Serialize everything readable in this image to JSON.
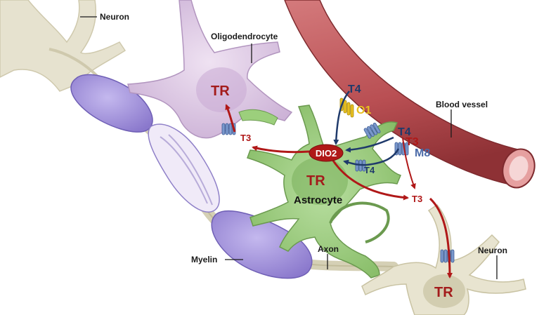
{
  "labels": {
    "neuron_top": "Neuron",
    "neuron_bottom": "Neuron",
    "oligodendrocyte": "Oligodendrocyte",
    "blood_vessel": "Blood vessel",
    "myelin": "Myelin",
    "axon": "Axon",
    "astrocyte": "Astrocyte"
  },
  "receptors": {
    "tr_oligo": "TR",
    "tr_astro": "TR",
    "tr_neuron": "TR"
  },
  "hormones": {
    "t4_top": "T4",
    "t4_mid": "T4",
    "t4_low": "T4",
    "t3_vessel": "T3",
    "t3_oligo": "T3",
    "t3_neuron": "T3"
  },
  "transporters": {
    "o1": "O1",
    "m8": "M8"
  },
  "enzyme": {
    "dio2": "DIO2"
  },
  "colors": {
    "astrocyte": "#9ccf7c",
    "oligodendrocyte": "#dbc6e2",
    "myelin": "#9f8fd6",
    "neuron": "#d9d4bc",
    "vessel": "#c0595c",
    "t3_arrow": "#b01818",
    "t4_arrow": "#1f3a6b",
    "o1_transporter": "#e8c020",
    "m8_transporter": "#5b7bb8"
  }
}
